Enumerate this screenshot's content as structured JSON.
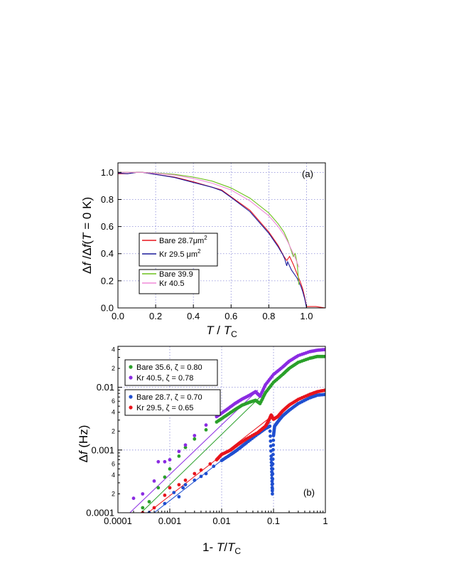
{
  "chart_data": [
    {
      "type": "line",
      "panel_label": "(a)",
      "xlim": [
        0.0,
        1.1
      ],
      "ylim": [
        0.0,
        1.07
      ],
      "x_ticks": [
        "0.0",
        "0.2",
        "0.4",
        "0.6",
        "0.8",
        "1.0"
      ],
      "x_tick_values": [
        0.0,
        0.2,
        0.4,
        0.6,
        0.8,
        1.0
      ],
      "y_ticks": [
        "0.0",
        "0.2",
        "0.4",
        "0.6",
        "0.8",
        "1.0"
      ],
      "y_tick_values": [
        0.0,
        0.2,
        0.4,
        0.6,
        0.8,
        1.0
      ],
      "xlabel": {
        "italic": "T",
        "slash": " / ",
        "italic2": "T",
        "sub": "C"
      },
      "ylabel": {
        "d1": "Δ",
        "f1": "f",
        "slash": " /Δ",
        "f2": "f",
        "open": "(",
        "T": "T",
        "rest": " = 0 K)"
      },
      "grid": true,
      "legend_groups": [
        [
          {
            "label": "Bare 28.7μm",
            "sup": "2",
            "color": "#e8141c"
          },
          {
            "label": "Kr 29.5 μm",
            "sup": "2",
            "color": "#1a1a9a"
          }
        ],
        [
          {
            "label": "Bare 39.9",
            "sup": "",
            "color": "#6cc11c"
          },
          {
            "label": "Kr 40.5",
            "sup": "",
            "color": "#f08ad8"
          }
        ]
      ],
      "series": [
        {
          "name": "Bare 28.7μm2",
          "color": "#e8141c",
          "x": [
            0.0,
            0.05,
            0.1,
            0.13,
            0.2,
            0.3,
            0.4,
            0.5,
            0.55,
            0.6,
            0.7,
            0.8,
            0.85,
            0.88,
            0.895,
            0.9,
            0.91,
            0.93,
            0.95,
            0.97,
            0.98,
            0.99,
            1.0,
            1.02,
            1.05,
            1.1
          ],
          "y": [
            0.99,
            0.99,
            1.0,
            1.0,
            0.985,
            0.965,
            0.93,
            0.89,
            0.87,
            0.82,
            0.72,
            0.56,
            0.46,
            0.38,
            0.35,
            0.36,
            0.38,
            0.32,
            0.25,
            0.18,
            0.14,
            0.08,
            0.01,
            0.01,
            0.01,
            0.0
          ]
        },
        {
          "name": "Kr 29.5 μm2",
          "color": "#1a1a9a",
          "x": [
            0.0,
            0.05,
            0.1,
            0.13,
            0.2,
            0.3,
            0.4,
            0.5,
            0.55,
            0.6,
            0.7,
            0.8,
            0.85,
            0.875,
            0.885,
            0.895,
            0.9,
            0.92,
            0.95,
            0.97,
            0.98,
            0.99,
            1.0,
            1.02,
            1.05,
            1.1
          ],
          "y": [
            0.995,
            0.99,
            1.0,
            1.0,
            0.985,
            0.962,
            0.925,
            0.89,
            0.865,
            0.815,
            0.71,
            0.55,
            0.45,
            0.39,
            0.36,
            0.31,
            0.34,
            0.28,
            0.22,
            0.16,
            0.12,
            0.07,
            0.0,
            0.0,
            0.0,
            0.0
          ]
        },
        {
          "name": "Bare 39.9",
          "color": "#6cc11c",
          "x": [
            0.0,
            0.05,
            0.1,
            0.13,
            0.2,
            0.3,
            0.4,
            0.5,
            0.6,
            0.7,
            0.8,
            0.85,
            0.88,
            0.9,
            0.92,
            0.93,
            0.94,
            0.95,
            0.96
          ],
          "y": [
            1.0,
            1.0,
            1.0,
            1.0,
            0.995,
            0.985,
            0.965,
            0.935,
            0.885,
            0.81,
            0.7,
            0.62,
            0.56,
            0.5,
            0.42,
            0.38,
            0.4,
            0.33,
            0.17
          ]
        },
        {
          "name": "Kr 40.5",
          "color": "#f08ad8",
          "x": [
            0.0,
            0.05,
            0.1,
            0.13,
            0.2,
            0.3,
            0.4,
            0.5,
            0.6,
            0.7,
            0.8,
            0.85,
            0.88,
            0.9,
            0.92,
            0.94,
            0.96
          ],
          "y": [
            1.0,
            1.0,
            1.0,
            1.0,
            0.993,
            0.98,
            0.955,
            0.92,
            0.87,
            0.79,
            0.68,
            0.6,
            0.54,
            0.49,
            0.43,
            0.37,
            0.3
          ]
        }
      ]
    },
    {
      "type": "scatter",
      "panel_label": "(b)",
      "x_log": true,
      "y_log": true,
      "xlim": [
        0.0001,
        1
      ],
      "ylim": [
        0.0001,
        0.045
      ],
      "x_ticks": [
        "0.0001",
        "0.001",
        "0.01",
        "0.1",
        "1"
      ],
      "x_tick_values": [
        0.0001,
        0.001,
        0.01,
        0.1,
        1
      ],
      "y_ticks": [
        "0.0001",
        "0.001",
        "0.01"
      ],
      "y_tick_values": [
        0.0001,
        0.001,
        0.01
      ],
      "y_minor_ticks": [
        {
          "v": 0.0002,
          "label": "2"
        },
        {
          "v": 0.0004,
          "label": "4"
        },
        {
          "v": 0.0006,
          "label": "6"
        },
        {
          "v": 0.002,
          "label": "2"
        },
        {
          "v": 0.004,
          "label": "4"
        },
        {
          "v": 0.006,
          "label": "6"
        },
        {
          "v": 0.02,
          "label": "2"
        },
        {
          "v": 0.04,
          "label": "4"
        }
      ],
      "xlabel": {
        "pre": "1- ",
        "italic": "T",
        "slash": "/",
        "italic2": "T",
        "sub": "C"
      },
      "ylabel": {
        "d": "Δ",
        "f": "f",
        "rest": " (Hz)"
      },
      "grid": true,
      "legend_groups": [
        [
          {
            "label": "Bare 35.6, ζ = 0.80",
            "color": "#2aa02a"
          },
          {
            "label": "Kr 40.5, ζ = 0.78",
            "color": "#8a2be2"
          }
        ],
        [
          {
            "label": "Bare 28.7, ζ = 0.70",
            "color": "#1f4fd0"
          },
          {
            "label": "Kr 29.5, ζ = 0.65",
            "color": "#e8141c"
          }
        ]
      ],
      "series": [
        {
          "name": "Bare 35.6, ζ = 0.80",
          "color": "#2aa02a",
          "x": [
            0.0003,
            0.0004,
            0.0006,
            0.0008,
            0.001,
            0.0015,
            0.002,
            0.003,
            0.005,
            0.008,
            0.012,
            0.018,
            0.025,
            0.035,
            0.045,
            0.055,
            0.07,
            0.1,
            0.15,
            0.2,
            0.3,
            0.5,
            0.7,
            1.0
          ],
          "y": [
            0.00012,
            0.00015,
            0.00025,
            0.00037,
            0.0005,
            0.0008,
            0.0011,
            0.0015,
            0.0021,
            0.0028,
            0.0035,
            0.0044,
            0.0052,
            0.0058,
            0.0062,
            0.0055,
            0.0082,
            0.012,
            0.016,
            0.02,
            0.025,
            0.029,
            0.031,
            0.031
          ]
        },
        {
          "name": "Kr 40.5, ζ = 0.78",
          "color": "#8a2be2",
          "x": [
            0.0002,
            0.0003,
            0.0005,
            0.0006,
            0.0008,
            0.001,
            0.0015,
            0.002,
            0.003,
            0.005,
            0.008,
            0.012,
            0.018,
            0.025,
            0.035,
            0.045,
            0.055,
            0.07,
            0.1,
            0.15,
            0.2,
            0.3,
            0.5,
            0.7,
            1.0
          ],
          "y": [
            0.00017,
            0.0002,
            0.00032,
            0.00065,
            0.00065,
            0.0007,
            0.00095,
            0.0012,
            0.0017,
            0.0025,
            0.0034,
            0.0043,
            0.0055,
            0.0065,
            0.0075,
            0.0085,
            0.0072,
            0.011,
            0.016,
            0.021,
            0.026,
            0.032,
            0.037,
            0.039,
            0.04
          ]
        },
        {
          "name": "Bare 28.7, ζ = 0.70",
          "color": "#1f4fd0",
          "x": [
            0.0004,
            0.0008,
            0.0012,
            0.0015,
            0.0018,
            0.002,
            0.003,
            0.004,
            0.005,
            0.007,
            0.01,
            0.015,
            0.02,
            0.03,
            0.05,
            0.07,
            0.085,
            0.09,
            0.093,
            0.095,
            0.097,
            0.1,
            0.105,
            0.12,
            0.15,
            0.2,
            0.3,
            0.5,
            0.7,
            1.0
          ],
          "y": [
            0.0001,
            0.00014,
            0.00021,
            0.00018,
            0.00025,
            0.00028,
            0.00033,
            0.00038,
            0.00042,
            0.00055,
            0.00068,
            0.00085,
            0.001,
            0.0013,
            0.0018,
            0.0022,
            0.0024,
            0.0008,
            0.0004,
            0.0002,
            0.0006,
            0.0017,
            0.0024,
            0.0028,
            0.0035,
            0.0043,
            0.0055,
            0.0068,
            0.0075,
            0.0077
          ]
        },
        {
          "name": "Kr 29.5, ζ = 0.65",
          "color": "#e8141c",
          "x": [
            0.0003,
            0.0005,
            0.0008,
            0.001,
            0.0015,
            0.002,
            0.003,
            0.004,
            0.006,
            0.008,
            0.01,
            0.015,
            0.02,
            0.03,
            0.05,
            0.07,
            0.08,
            0.09,
            0.1,
            0.12,
            0.15,
            0.2,
            0.3,
            0.5,
            0.7,
            1.0
          ],
          "y": [
            0.0001,
            0.00012,
            0.00019,
            0.00025,
            0.00028,
            0.00033,
            0.00042,
            0.00048,
            0.0006,
            0.0007,
            0.00085,
            0.001,
            0.0012,
            0.0015,
            0.0019,
            0.0024,
            0.0029,
            0.0036,
            0.0031,
            0.0034,
            0.0042,
            0.0052,
            0.0064,
            0.0077,
            0.0085,
            0.009
          ]
        }
      ],
      "fit_lines": [
        {
          "series": "Bare 35.6, ζ = 0.80",
          "color": "#2aa02a",
          "x": [
            0.00028,
            0.06
          ],
          "y": [
            0.0001,
            0.0075
          ]
        },
        {
          "series": "Kr 40.5, ζ = 0.78",
          "color": "#8a2be2",
          "x": [
            0.00017,
            0.05
          ],
          "y": [
            0.0001,
            0.009
          ]
        },
        {
          "series": "Bare 28.7, ζ = 0.70",
          "color": "#1f4fd0",
          "x": [
            0.0005,
            0.09
          ],
          "y": [
            0.0001,
            0.0028
          ]
        },
        {
          "series": "Kr 29.5, ζ = 0.65",
          "color": "#e8141c",
          "x": [
            0.00038,
            0.09
          ],
          "y": [
            0.0001,
            0.0034
          ]
        }
      ]
    }
  ]
}
